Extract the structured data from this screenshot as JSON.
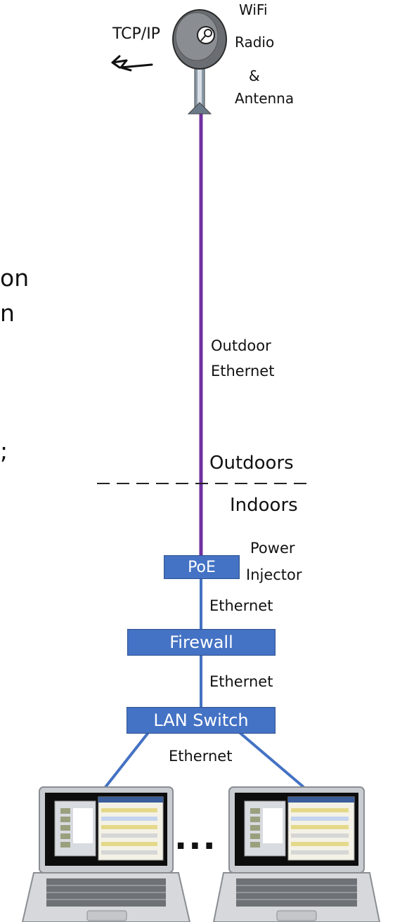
{
  "antenna": {
    "label_lines": [
      "WiFi",
      "Radio",
      "&",
      "Antenna"
    ],
    "protocol": "TCP/IP"
  },
  "links": {
    "outdoor_line1": "Outdoor",
    "outdoor_line2": "Ethernet",
    "poe_to_firewall": "Ethernet",
    "firewall_to_switch": "Ethernet",
    "switch_to_laptops": "Ethernet"
  },
  "boundary": {
    "outdoors": "Outdoors",
    "indoors": "Indoors"
  },
  "devices": {
    "poe": "PoE",
    "poe_note_line1": "Power",
    "poe_note_line2": "Injector",
    "firewall": "Firewall",
    "switch": "LAN Switch"
  },
  "laptops": {
    "ellipsis": "..."
  },
  "cut_text": {
    "line1": "on",
    "line2": "n",
    "line3": ";"
  },
  "colors": {
    "outdoor_cable": "#7030a0",
    "indoor_cable": "#4472c4",
    "device_box": "#4472c4",
    "device_text": "#ffffff"
  }
}
